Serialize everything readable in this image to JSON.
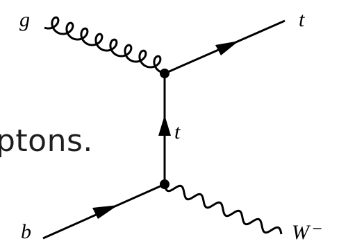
{
  "background_text": "ptons.",
  "particles": {
    "gluon": "g",
    "top_out": "t",
    "top_propagator": "t",
    "bottom": "b",
    "w_boson": "W⁻"
  },
  "colors": {
    "line": "#000000",
    "background_text": "#1e1e1e"
  }
}
